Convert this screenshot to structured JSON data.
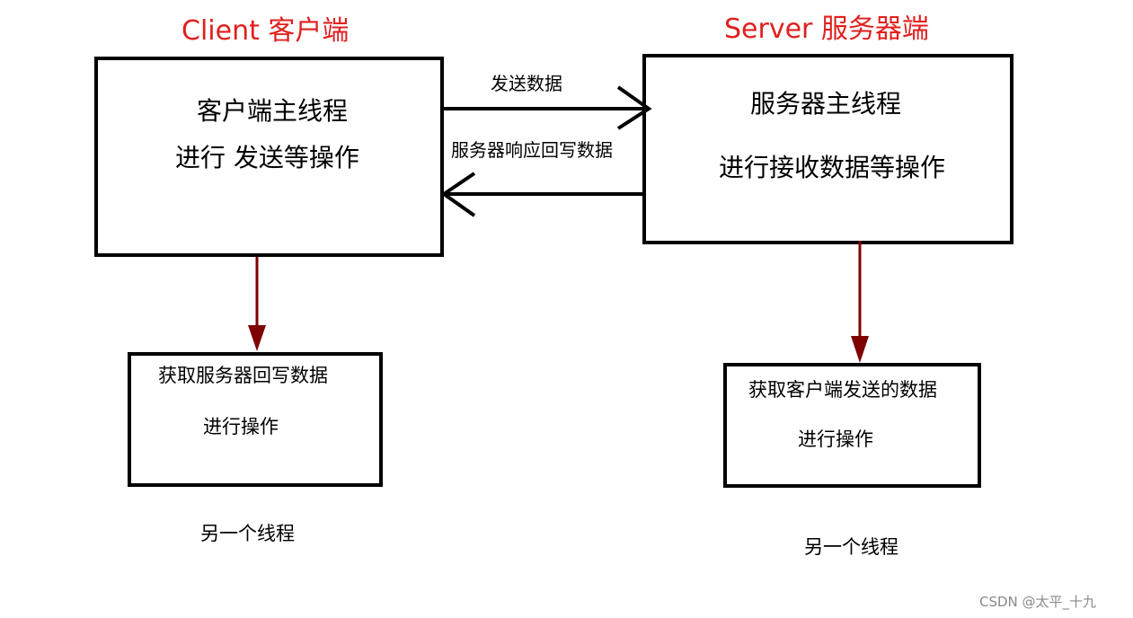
{
  "colors": {
    "accent": "#e0201e",
    "stroke": "#000000",
    "thread_arrow": "#7f0000",
    "watermark": "#8a8a8a"
  },
  "client": {
    "title": "Client 客户端",
    "main_box": {
      "line1": "客户端主线程",
      "line2": "进行 发送等操作"
    },
    "thread_box": {
      "line1": "获取服务器回写数据",
      "line2": "进行操作"
    },
    "thread_caption": "另一个线程"
  },
  "server": {
    "title": "Server 服务器端",
    "main_box": {
      "line1": "服务器主线程",
      "line2": "进行接收数据等操作"
    },
    "thread_box": {
      "line1": "获取客户端发送的数据",
      "line2": "进行操作"
    },
    "thread_caption": "另一个线程"
  },
  "edges": {
    "send_label": "发送数据",
    "reply_label": "服务器响应回写数据"
  },
  "watermark": "CSDN @太平_十九"
}
